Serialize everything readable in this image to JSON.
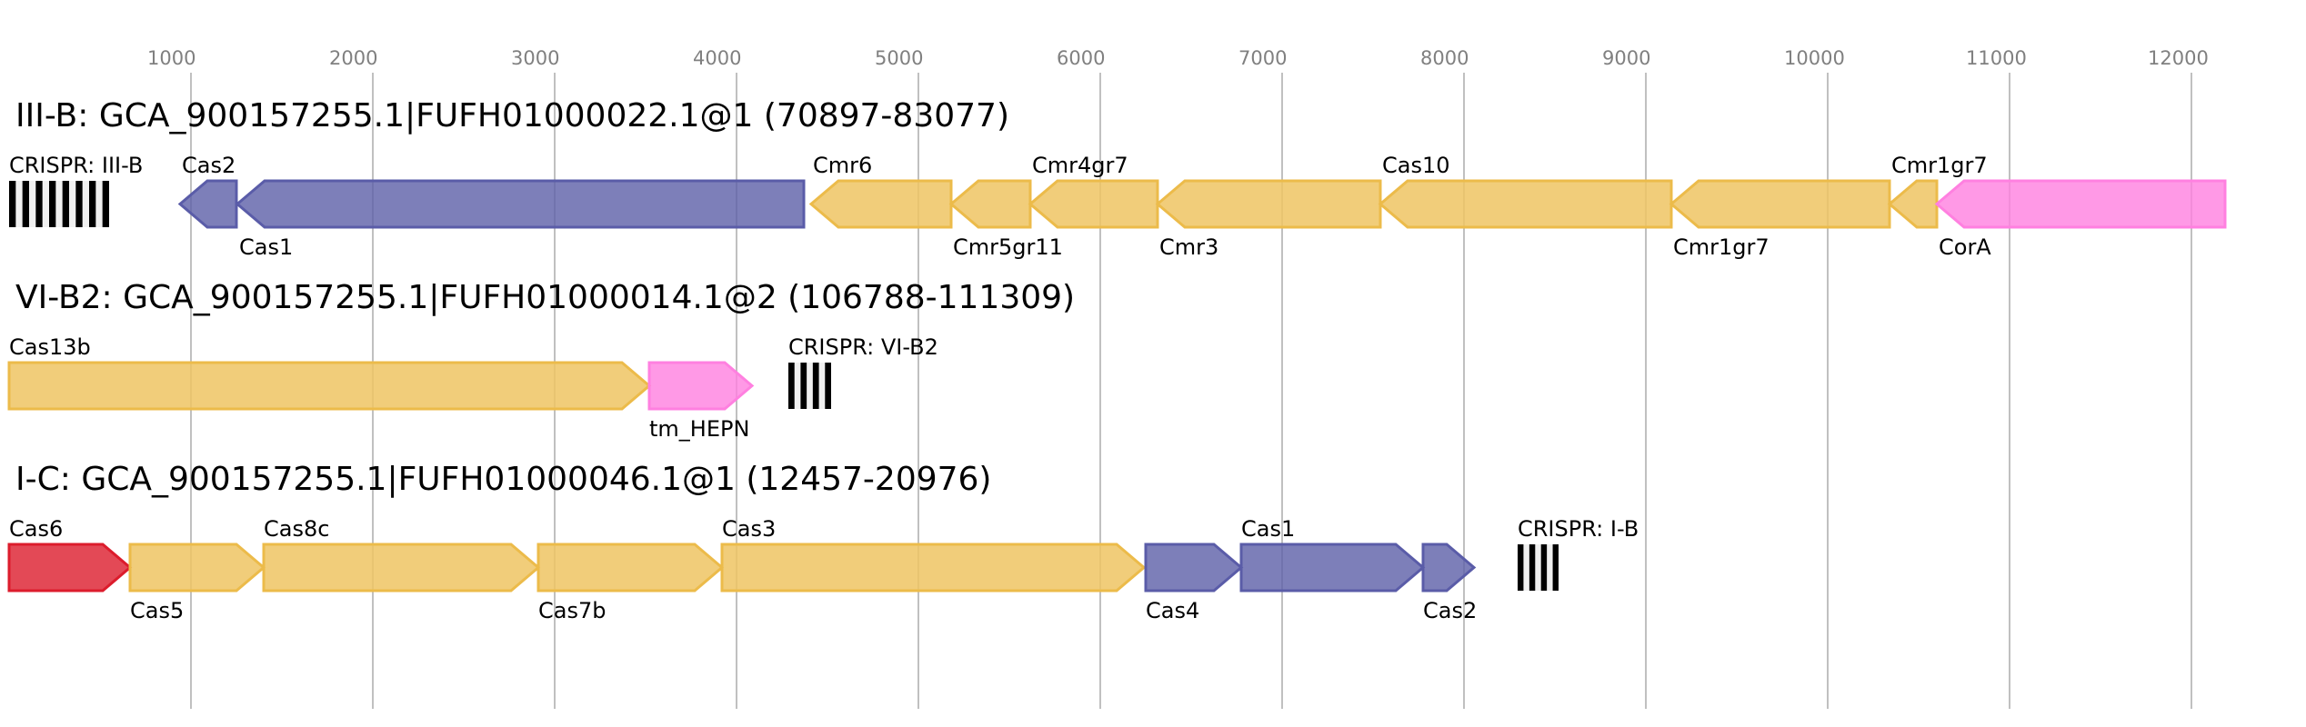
{
  "axis": {
    "ticks": [
      1000,
      2000,
      3000,
      4000,
      5000,
      6000,
      7000,
      8000,
      9000,
      10000,
      11000,
      12000
    ],
    "tick_labels": [
      "1000",
      "2000",
      "3000",
      "4000",
      "5000",
      "6000",
      "7000",
      "8000",
      "9000",
      "10000",
      "11000",
      "12000"
    ],
    "unit": "bp"
  },
  "colors": {
    "gold": {
      "fill": "#efc463",
      "stroke": "#ecbb4a",
      "opacity": 0.85
    },
    "purple": {
      "fill": "#5d5fa8",
      "stroke": "#5a5ca8",
      "opacity": 0.8
    },
    "pink": {
      "fill": "#ff80e0",
      "stroke": "#ff80e0",
      "opacity": 0.8
    },
    "red": {
      "fill": "#dc1c2c",
      "stroke": "#dc1c2c",
      "opacity": 0.8
    },
    "crispr_bar": "#000000",
    "crispr_gap": "#f0f0f0"
  },
  "loci": [
    {
      "title": "III-B: GCA_900157255.1|FUFH01000022.1@1 (70897-83077)",
      "features": [
        {
          "type": "crispr",
          "label": "CRISPR: III-B",
          "start": 0,
          "end": 550,
          "repeats": 8,
          "label_pos": "top"
        },
        {
          "type": "gene",
          "label": "Cas2",
          "start": 940,
          "end": 1250,
          "strand": "-",
          "color": "purple",
          "label_pos": "top"
        },
        {
          "type": "gene",
          "label": "Cas1",
          "start": 1255,
          "end": 4370,
          "strand": "-",
          "color": "purple",
          "label_pos": "bottom"
        },
        {
          "type": "gene",
          "label": "Cmr6",
          "start": 4410,
          "end": 5180,
          "strand": "-",
          "color": "gold",
          "label_pos": "top"
        },
        {
          "type": "gene",
          "label": "Cmr5gr11",
          "start": 5180,
          "end": 5615,
          "strand": "-",
          "color": "gold",
          "label_pos": "bottom"
        },
        {
          "type": "gene",
          "label": "Cmr4gr7",
          "start": 5615,
          "end": 6315,
          "strand": "-",
          "color": "gold",
          "label_pos": "top"
        },
        {
          "type": "gene",
          "label": "Cmr3",
          "start": 6315,
          "end": 7540,
          "strand": "-",
          "color": "gold",
          "label_pos": "bottom"
        },
        {
          "type": "gene",
          "label": "Cas10",
          "start": 7540,
          "end": 9140,
          "strand": "-",
          "color": "gold",
          "label_pos": "top"
        },
        {
          "type": "gene",
          "label": "Cmr1gr7",
          "start": 9140,
          "end": 10340,
          "strand": "-",
          "color": "gold",
          "label_pos": "bottom"
        },
        {
          "type": "gene",
          "label": "Cmr1gr7",
          "start": 10340,
          "end": 10600,
          "strand": "-",
          "color": "gold",
          "label_pos": "top"
        },
        {
          "type": "gene",
          "label": "CorA",
          "start": 10600,
          "end": 12185,
          "strand": "-",
          "color": "pink",
          "label_pos": "bottom"
        }
      ]
    },
    {
      "title": "VI-B2: GCA_900157255.1|FUFH01000014.1@2 (106788-111309)",
      "features": [
        {
          "type": "gene",
          "label": "Cas13b",
          "start": 0,
          "end": 3520,
          "strand": "+",
          "color": "gold",
          "label_pos": "top"
        },
        {
          "type": "gene",
          "label": "tm_HEPN",
          "start": 3520,
          "end": 4085,
          "strand": "+",
          "color": "pink",
          "label_pos": "bottom"
        },
        {
          "type": "crispr",
          "label": "CRISPR: VI-B2",
          "start": 4285,
          "end": 4520,
          "repeats": 4,
          "label_pos": "top"
        }
      ]
    },
    {
      "title": "I-C: GCA_900157255.1|FUFH01000046.1@1 (12457-20976)",
      "features": [
        {
          "type": "gene",
          "label": "Cas6",
          "start": 0,
          "end": 665,
          "strand": "+",
          "color": "red",
          "label_pos": "top"
        },
        {
          "type": "gene",
          "label": "Cas5",
          "start": 665,
          "end": 1400,
          "strand": "+",
          "color": "gold",
          "label_pos": "bottom"
        },
        {
          "type": "gene",
          "label": "Cas8c",
          "start": 1400,
          "end": 2910,
          "strand": "+",
          "color": "gold",
          "label_pos": "top"
        },
        {
          "type": "gene",
          "label": "Cas7b",
          "start": 2910,
          "end": 3920,
          "strand": "+",
          "color": "gold",
          "label_pos": "bottom"
        },
        {
          "type": "gene",
          "label": "Cas3",
          "start": 3920,
          "end": 6240,
          "strand": "+",
          "color": "gold",
          "label_pos": "top"
        },
        {
          "type": "gene",
          "label": "Cas4",
          "start": 6250,
          "end": 6775,
          "strand": "+",
          "color": "purple",
          "label_pos": "bottom"
        },
        {
          "type": "gene",
          "label": "Cas1",
          "start": 6775,
          "end": 7775,
          "strand": "+",
          "color": "purple",
          "label_pos": "top"
        },
        {
          "type": "gene",
          "label": "Cas2",
          "start": 7775,
          "end": 8055,
          "strand": "+",
          "color": "purple",
          "label_pos": "bottom"
        },
        {
          "type": "crispr",
          "label": "CRISPR: I-B",
          "start": 8295,
          "end": 8520,
          "repeats": 4,
          "label_pos": "top"
        }
      ]
    }
  ]
}
